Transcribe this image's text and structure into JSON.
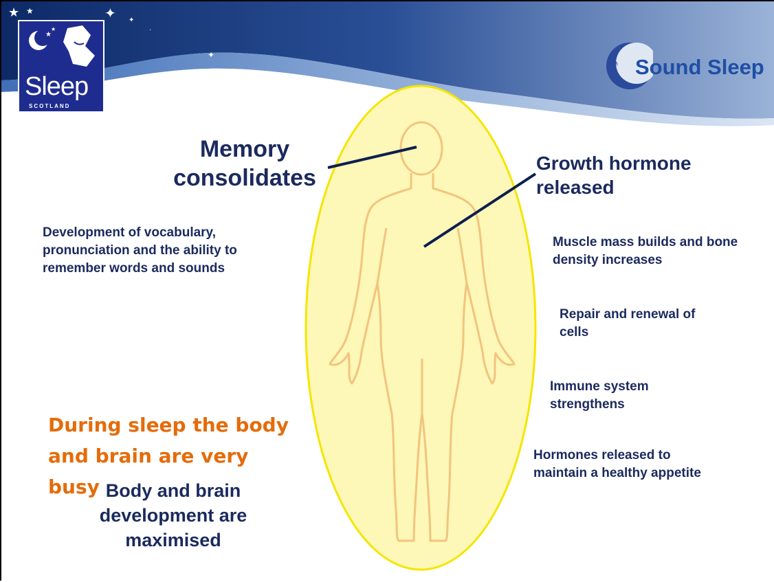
{
  "logo": {
    "title": "Sleep",
    "subtitle": "SCOTLAND"
  },
  "brand": {
    "name": "Sound Sleep"
  },
  "labels": {
    "memory": "Memory consolidates",
    "growth": "Growth hormone released",
    "vocabulary": "Development of vocabulary, pronunciation and the ability to remember words and sounds",
    "muscle": "Muscle mass builds and bone density increases",
    "repair": "Repair and renewal of cells",
    "immune": "Immune system strengthens",
    "hormones": "Hormones released to maintain a healthy appetite"
  },
  "summary": {
    "highlight": "During sleep the body and brain are very busy",
    "statement": "Body and brain development are maximised"
  },
  "colors": {
    "navy": "#1b2a5e",
    "orange": "#e46c0a",
    "logo_blue": "#1f2c8f",
    "halo_fill": "#fdf7b8",
    "halo_stroke": "#f4e600",
    "figure_stroke": "#f2c47c"
  }
}
